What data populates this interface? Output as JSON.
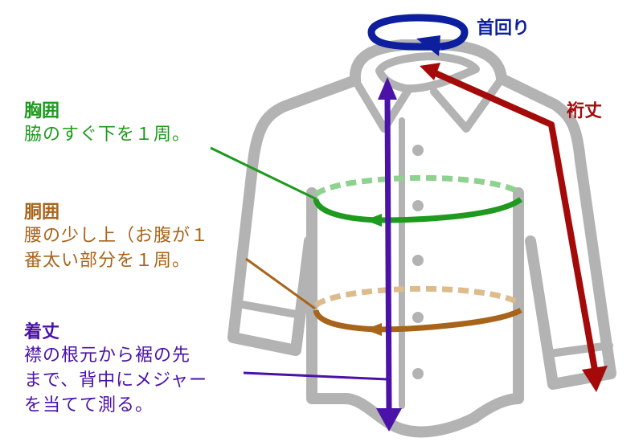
{
  "diagram": {
    "subject": "shirt measurement guide",
    "colors": {
      "shirt_outline": "#b3b3b3",
      "neck": "#0d1f9e",
      "sleeve": "#a50a0a",
      "chest": "#1e9a1e",
      "chest_dashed": "#8fd18f",
      "waist": "#a8641a",
      "waist_dashed": "#dcbb8c",
      "length": "#4a12a6"
    },
    "labels": {
      "neck": {
        "title": "首回り"
      },
      "sleeve": {
        "title": "裄丈"
      },
      "chest": {
        "title": "胸囲",
        "desc": [
          "脇のすぐ下を１周。"
        ]
      },
      "waist": {
        "title": "胴囲",
        "desc": [
          "腰の少し上（お腹が１",
          "番太い部分を１周。"
        ]
      },
      "length": {
        "title": "着丈",
        "desc": [
          "襟の根元から裾の先",
          "まで、背中にメジャー",
          "を当てて測る。"
        ]
      }
    }
  }
}
